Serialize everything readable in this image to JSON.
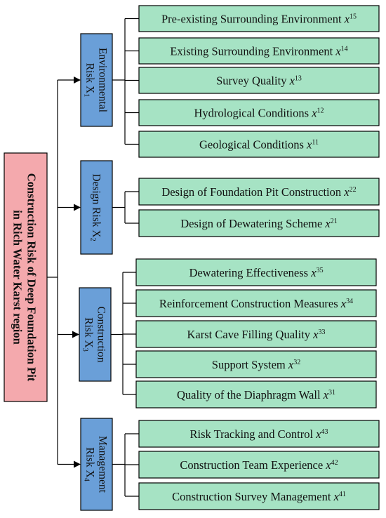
{
  "colors": {
    "root_fill": "#f4a9ad",
    "category_fill": "#6a9fd8",
    "factor_fill": "#a6e3c4",
    "stroke": "#000000"
  },
  "root": {
    "line1": "Construction Risk of Deep Foundation Pit",
    "line2": "in Rich Water Karst region"
  },
  "categories": [
    {
      "lines": [
        "Environmental",
        "Risk X"
      ],
      "sub": "1",
      "factors": [
        {
          "label": "Pre-existing Surrounding Environment",
          "var": "x",
          "idx": "15"
        },
        {
          "label": "Existing Surrounding Environment",
          "var": "x",
          "idx": "14"
        },
        {
          "label": "Survey Quality",
          "var": "x",
          "idx": "13"
        },
        {
          "label": "Hydrological Conditions",
          "var": "x",
          "idx": "12"
        },
        {
          "label": "Geological Conditions",
          "var": "x",
          "idx": "11"
        }
      ]
    },
    {
      "lines": [
        "Design Risk X"
      ],
      "sub": "2",
      "factors": [
        {
          "label": "Design of Foundation Pit Construction",
          "var": "x",
          "idx": "22"
        },
        {
          "label": "Design of Dewatering Scheme",
          "var": "x",
          "idx": "21"
        }
      ]
    },
    {
      "lines": [
        "Construction",
        "Risk X"
      ],
      "sub": "3",
      "factors": [
        {
          "label": "Dewatering Effectiveness",
          "var": "x",
          "idx": "35"
        },
        {
          "label": "Reinforcement Construction Measures",
          "var": "x",
          "idx": "34"
        },
        {
          "label": "Karst Cave Filling Quality",
          "var": "x",
          "idx": "33"
        },
        {
          "label": "Support System",
          "var": "x",
          "idx": "32"
        },
        {
          "label": "Quality of the Diaphragm Wall",
          "var": "x",
          "idx": "31"
        }
      ]
    },
    {
      "lines": [
        "Management",
        "Risk X"
      ],
      "sub": "4",
      "factors": [
        {
          "label": "Risk Tracking and Control",
          "var": "x",
          "idx": "43"
        },
        {
          "label": "Construction Team Experience",
          "var": "x",
          "idx": "42"
        },
        {
          "label": "Construction Survey Management",
          "var": "x",
          "idx": "41"
        }
      ]
    }
  ]
}
